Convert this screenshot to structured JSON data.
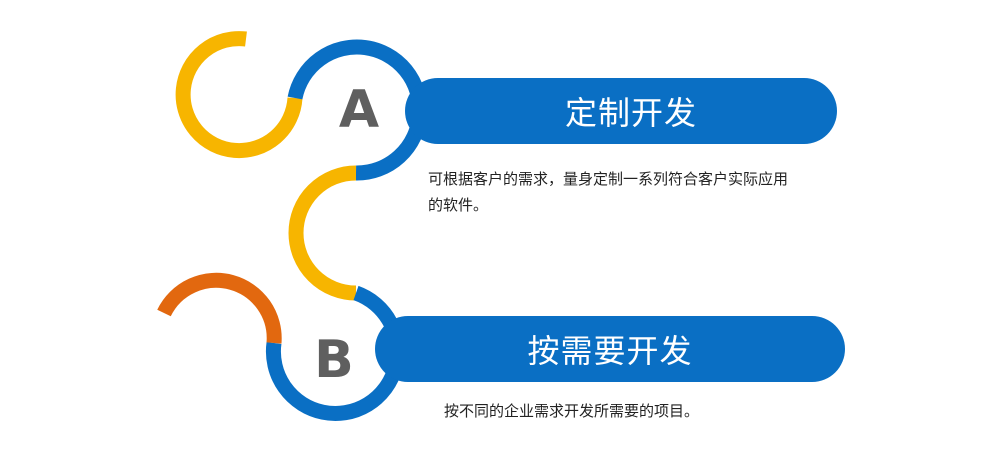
{
  "items": [
    {
      "letter": "A",
      "title": "定制开发",
      "description": "可根据客户的需求，量身定制一系列符合客户实际应用的软件。"
    },
    {
      "letter": "B",
      "title": "按需要开发",
      "description": "按不同的企业需求开发所需要的项目。"
    }
  ],
  "colors": {
    "blue": "#0a6fc4",
    "yellow": "#f7b500",
    "orange": "#e2680f",
    "letter_gray": "#5f5f5f"
  }
}
